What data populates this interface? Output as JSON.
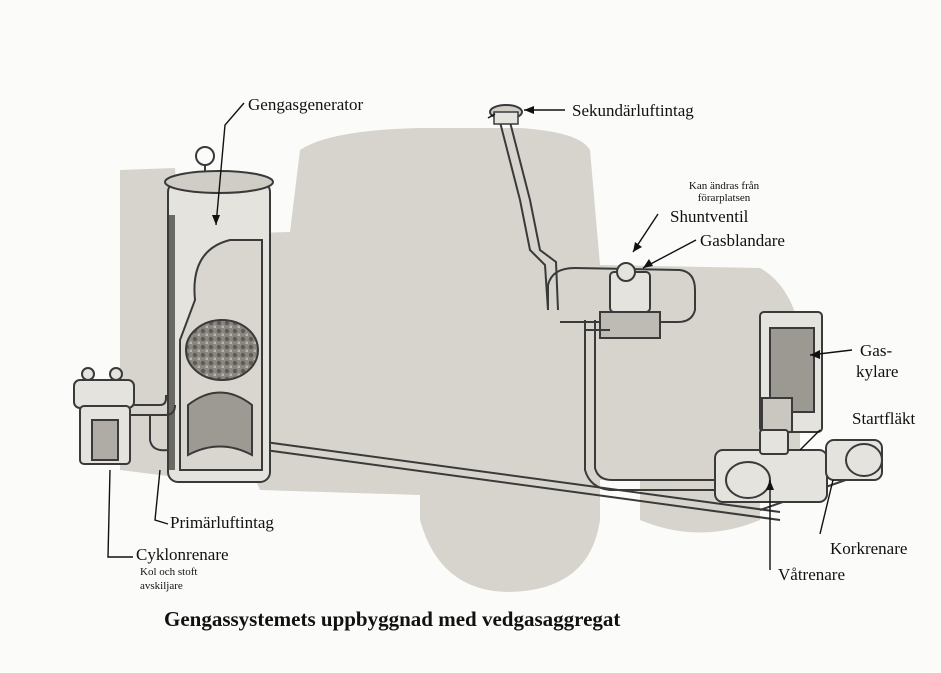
{
  "diagram": {
    "title": "Gengassystemets uppbyggnad med vedgasaggregat",
    "labels": {
      "gengasgenerator": "Gengasgenerator",
      "sekundarluftintag": "Sekundärluftintag",
      "kan_andras": "Kan ändras från förarplatsen",
      "shuntventil": "Shuntventil",
      "gasblandare": "Gasblandare",
      "gaskylare_line1": "Gas-",
      "gaskylare_line2": "kylare",
      "startflakt": "Startfläkt",
      "korkrenare": "Korkrenare",
      "vatrenare": "Våtrenare",
      "primarluftintag": "Primärluftintag",
      "cyklonrenare": "Cyklonrenare",
      "cyklon_note_line1": "Kol och stoft",
      "cyklon_note_line2": "avskiljare"
    },
    "colors": {
      "vehicle_silhouette": "#d6d4cd",
      "component_fill": "#e4e3de",
      "line": "#3a3a3a",
      "charge": "#6c6a64"
    }
  }
}
